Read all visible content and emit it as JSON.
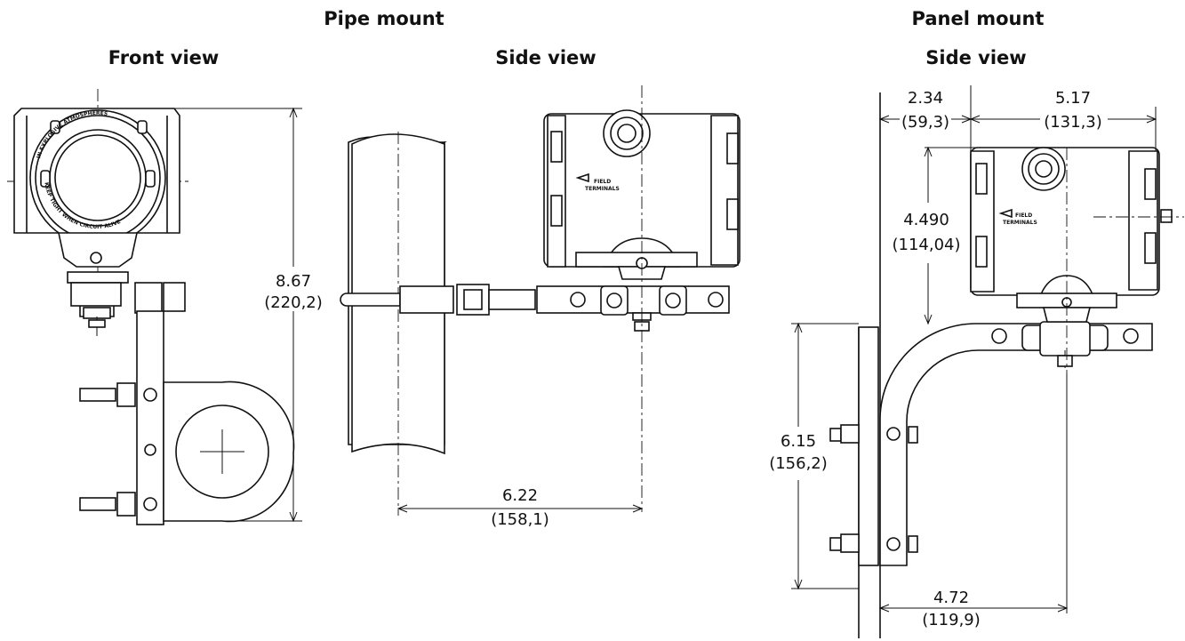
{
  "headings": {
    "pipe_mount": "Pipe mount",
    "panel_mount": "Panel mount",
    "front_view": "Front view",
    "pipe_side_view": "Side view",
    "panel_side_view": "Side view"
  },
  "pipe_front_dims": {
    "height_in": "8.67",
    "height_mm": "(220,2)"
  },
  "pipe_side_dims": {
    "depth_in": "6.22",
    "depth_mm": "(158,1)"
  },
  "panel_side_dims": {
    "offset_in": "2.34",
    "offset_mm": "(59,3)",
    "housing_in": "5.17",
    "housing_mm": "(131,3)",
    "height_in": "4.490",
    "height_mm": "(114,04)",
    "bracket_in": "6.15",
    "bracket_mm": "(156,2)",
    "reach_in": "4.72",
    "reach_mm": "(119,9)"
  },
  "housing_labels": {
    "field": "FIELD",
    "terminals": "TERMINALS",
    "warning_top": "IN EXPLOSIVE ATMOSPHERES",
    "warning_bottom": "KEEP TIGHT WHEN CIRCUIT ALIVE"
  }
}
